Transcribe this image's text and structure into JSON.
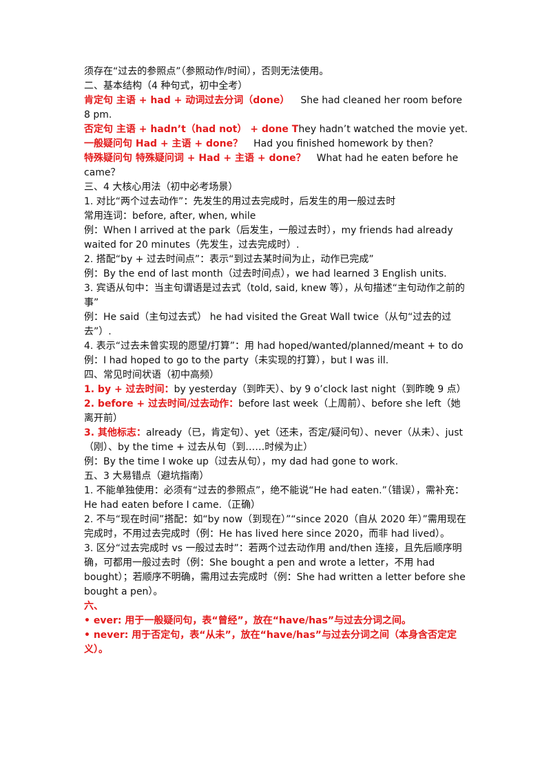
{
  "lines": {
    "l01": "须存在“过去的参照点”（参照动作/时间），否则无法使用。",
    "l02": "二、基本结构（4 种句式，初中全考）",
    "l03_red": "肯定句  主语  + had +  动词过去分词（done）",
    "l03_text": "She had cleaned her room before 8 pm.",
    "l04_red": "否定句  主语  + hadn’t（had not）  + done T",
    "l04_text": "hey hadn’t watched the movie yet.",
    "l05_red": "一般疑问句  Had +  主语  + done？",
    "l05_text": "Had you finished homework by then？",
    "l06_red": "特殊疑问句  特殊疑问词  + Had +  主语  + done？",
    "l06_text": "What had he eaten before he came？",
    "l07": "三、4 大核心用法（初中必考场景）",
    "l08": "1. 对比“两个过去动作”：先发生的用过去完成时，后发生的用一般过去时",
    "l09": "常用连词：before, after, when, while",
    "l10": "例：When I arrived at the park（后发生，一般过去时），my friends had already waited for 20 minutes（先发生，过去完成时）.",
    "l11": "2. 搭配“by +  过去时间点”：表示“到过去某时间为止，动作已完成”",
    "l12": "例：By the end of last month（过去时间点），we had learned 3 English units.",
    "l13": "3. 宾语从句中：当主句谓语是过去式（told, said, knew 等），从句描述“主句动作之前的事”",
    "l14": "例：He said（主句过去式）  he had visited the Great Wall twice（从句“过去的过去”）.",
    "l15": "4. 表示“过去未曾实现的愿望/打算”：用  had hoped/wanted/planned/meant + to do",
    "l16": "例：I had hoped to go to the party（未实现的打算），but I was ill.",
    "l17": "四、常见时间状语（初中高频）",
    "l18_red": "1. by +  过去时间：",
    "l18_text": "by yesterday（到昨天）、by 9 o’clock last night（到昨晚 9 点）",
    "l19_red": "2. before +  过去时间/过去动作：",
    "l19_text": "before last week（上周前）、before she left（她离开前）",
    "l20_red": "3. 其他标志：",
    "l20_text": "already（已，肯定句）、yet（还未，否定/疑问句）、never（从未）、just（刚）、by the time +  过去从句（到……时候为止）",
    "l21": "例：By the time I woke up（过去从句），my dad had gone to work.",
    "l22": "五、3 大易错点（避坑指南）",
    "l23": "1. 不能单独使用：必须有“过去的参照点”，绝不能说“He had eaten.”（错误），需补充：He had eaten before I came.（正确）",
    "l24": "2. 不与“现在时间”搭配：如“by now（到现在）”“since 2020（自从 2020 年）”需用现在完成时，不用过去完成时（例：He has lived here since 2020，而非 had lived）。",
    "l25": "3. 区分“过去完成时 vs 一般过去时”：若两个过去动作用 and/then 连接，且先后顺序明确，可都用一般过去时（例：She bought a pen and wrote a letter，不用 had bought）；若顺序不明确，需用过去完成时（例：She had written a letter before she bought a pen）。",
    "l26_red": "六、",
    "l27_red": "• ever:  用于一般疑问句，表“曾经”，放在“have/has”与过去分词之间。",
    "l28_red": "• never:  用于否定句，表“从未”，放在“have/has”与过去分词之间（本身含否定定义）。"
  },
  "colors": {
    "text": "#111111",
    "accent_red": "#e31c1c",
    "background": "#ffffff"
  }
}
